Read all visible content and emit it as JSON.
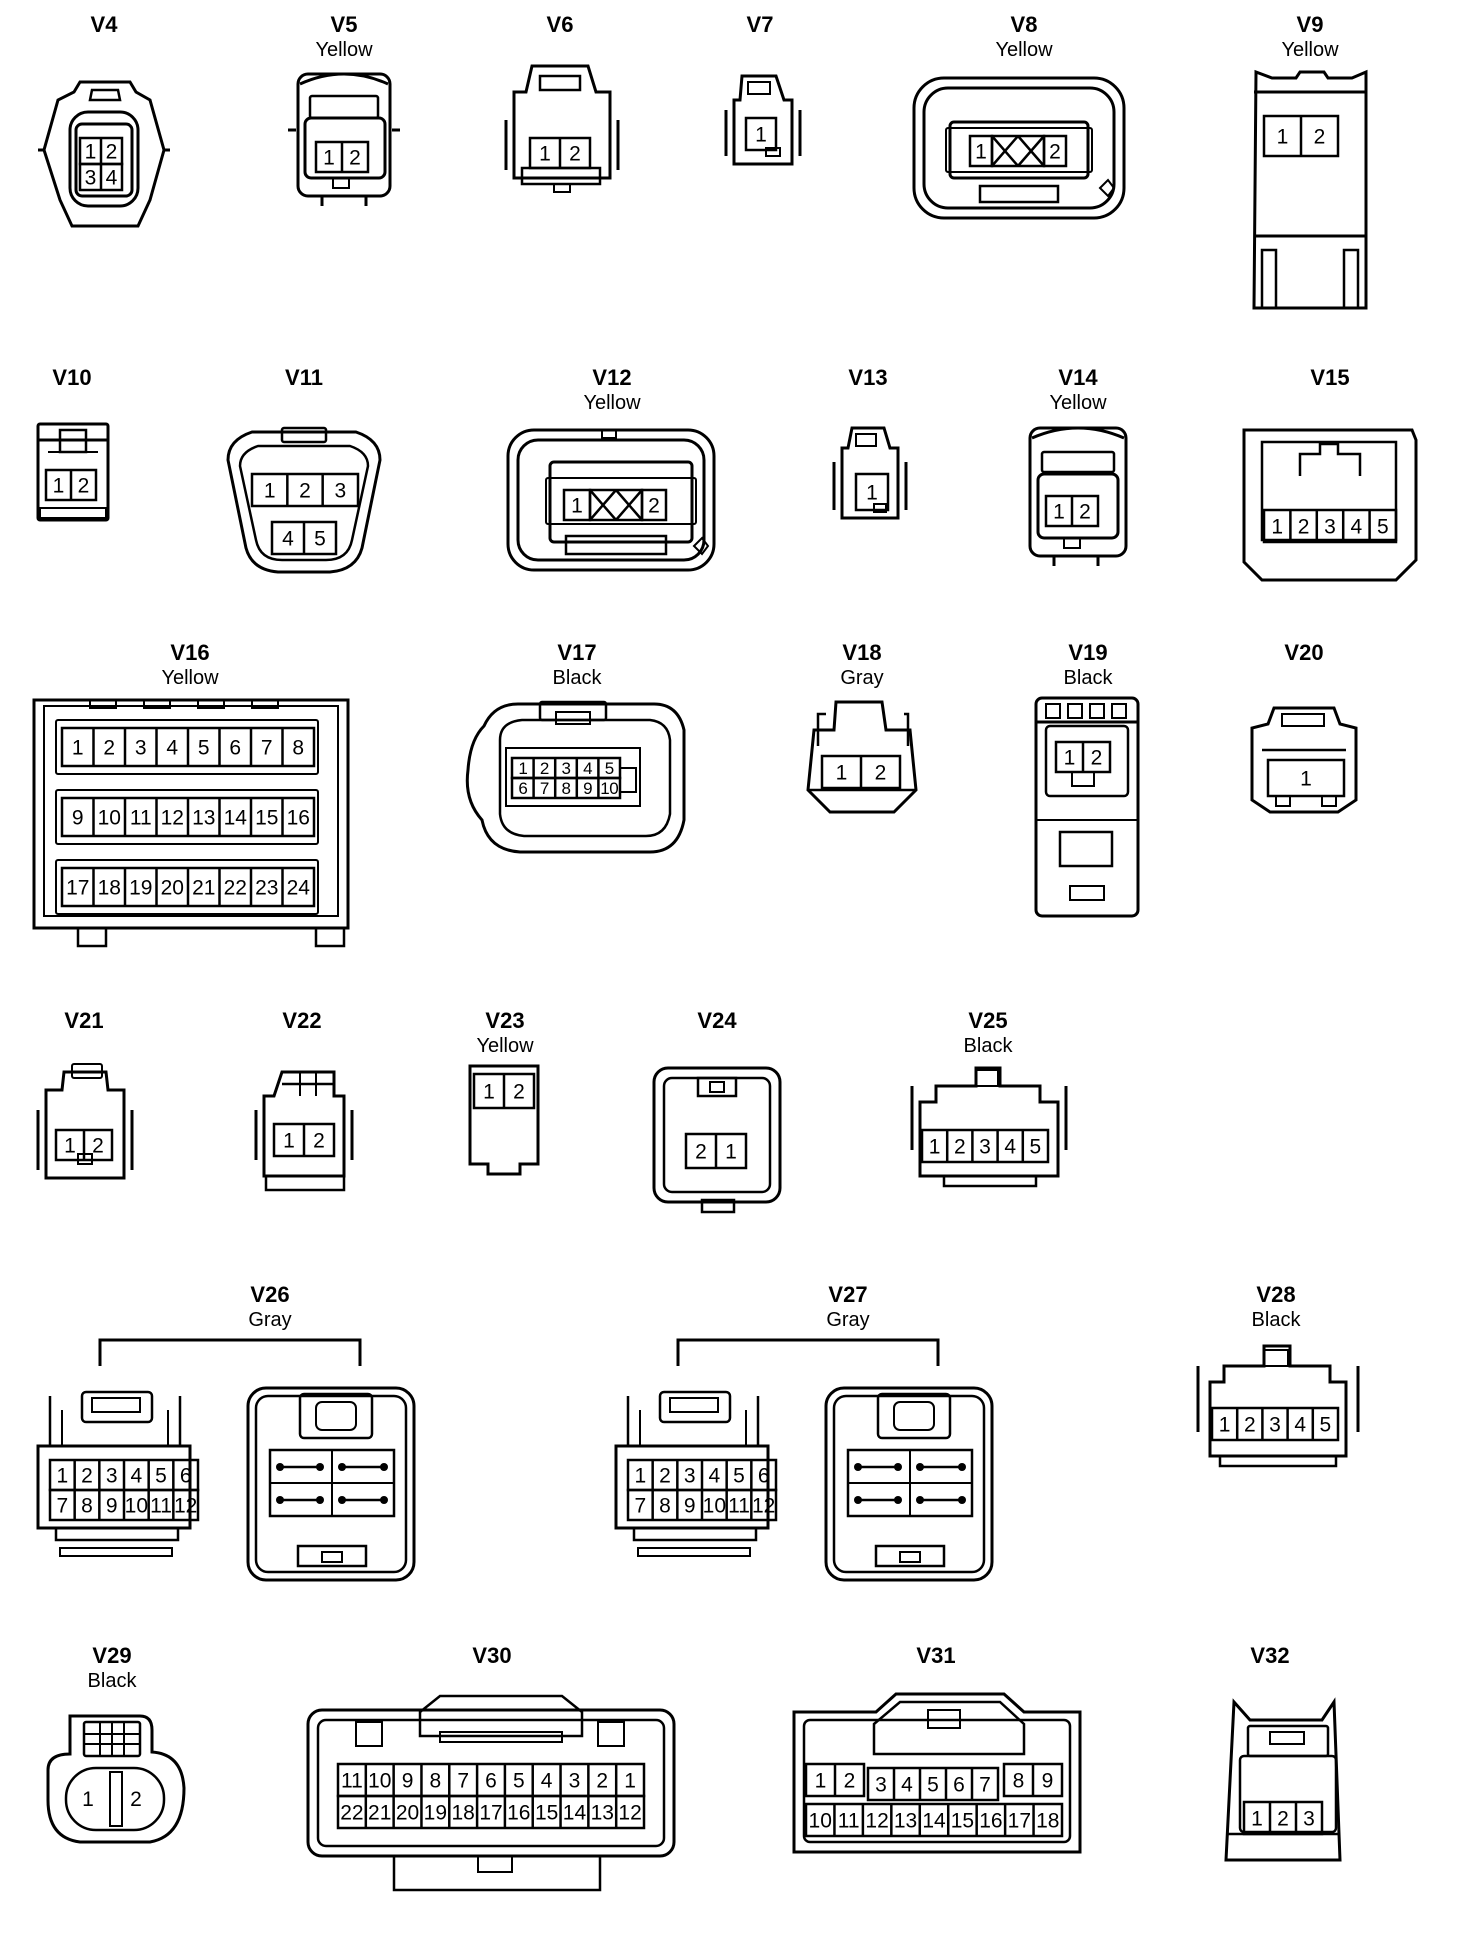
{
  "connectors": [
    {
      "code": "V4",
      "color": "",
      "pins": [
        "1",
        "2",
        "3",
        "4"
      ]
    },
    {
      "code": "V5",
      "color": "Yellow",
      "pins": [
        "1",
        "2"
      ]
    },
    {
      "code": "V6",
      "color": "",
      "pins": [
        "1",
        "2"
      ]
    },
    {
      "code": "V7",
      "color": "",
      "pins": [
        "1"
      ]
    },
    {
      "code": "V8",
      "color": "Yellow",
      "pins": [
        "1",
        "2"
      ]
    },
    {
      "code": "V9",
      "color": "Yellow",
      "pins": [
        "1",
        "2"
      ]
    },
    {
      "code": "V10",
      "color": "",
      "pins": [
        "1",
        "2"
      ]
    },
    {
      "code": "V11",
      "color": "",
      "pins": [
        "1",
        "2",
        "3",
        "4",
        "5"
      ]
    },
    {
      "code": "V12",
      "color": "Yellow",
      "pins": [
        "1",
        "2"
      ]
    },
    {
      "code": "V13",
      "color": "",
      "pins": [
        "1"
      ]
    },
    {
      "code": "V14",
      "color": "Yellow",
      "pins": [
        "1",
        "2"
      ]
    },
    {
      "code": "V15",
      "color": "",
      "pins": [
        "1",
        "2",
        "3",
        "4",
        "5"
      ]
    },
    {
      "code": "V16",
      "color": "Yellow",
      "pins": [
        "1",
        "2",
        "3",
        "4",
        "5",
        "6",
        "7",
        "8",
        "9",
        "10",
        "11",
        "12",
        "13",
        "14",
        "15",
        "16",
        "17",
        "18",
        "19",
        "20",
        "21",
        "22",
        "23",
        "24"
      ]
    },
    {
      "code": "V17",
      "color": "Black",
      "pins": [
        "1",
        "2",
        "3",
        "4",
        "5",
        "6",
        "7",
        "8",
        "9",
        "10"
      ]
    },
    {
      "code": "V18",
      "color": "Gray",
      "pins": [
        "1",
        "2"
      ]
    },
    {
      "code": "V19",
      "color": "Black",
      "pins": [
        "1",
        "2"
      ]
    },
    {
      "code": "V20",
      "color": "",
      "pins": [
        "1"
      ]
    },
    {
      "code": "V21",
      "color": "",
      "pins": [
        "1",
        "2"
      ]
    },
    {
      "code": "V22",
      "color": "",
      "pins": [
        "1",
        "2"
      ]
    },
    {
      "code": "V23",
      "color": "Yellow",
      "pins": [
        "1",
        "2"
      ]
    },
    {
      "code": "V24",
      "color": "",
      "pins": [
        "2",
        "1"
      ]
    },
    {
      "code": "V25",
      "color": "Black",
      "pins": [
        "1",
        "2",
        "3",
        "4",
        "5"
      ]
    },
    {
      "code": "V26",
      "color": "Gray",
      "pins": [
        "1",
        "2",
        "3",
        "4",
        "5",
        "6",
        "7",
        "8",
        "9",
        "10",
        "11",
        "12"
      ]
    },
    {
      "code": "V27",
      "color": "Gray",
      "pins": [
        "1",
        "2",
        "3",
        "4",
        "5",
        "6",
        "7",
        "8",
        "9",
        "10",
        "11",
        "12"
      ]
    },
    {
      "code": "V28",
      "color": "Black",
      "pins": [
        "1",
        "2",
        "3",
        "4",
        "5"
      ]
    },
    {
      "code": "V29",
      "color": "Black",
      "pins": [
        "1",
        "2"
      ]
    },
    {
      "code": "V30",
      "color": "",
      "pins": [
        "11",
        "10",
        "9",
        "8",
        "7",
        "6",
        "5",
        "4",
        "3",
        "2",
        "1",
        "22",
        "21",
        "20",
        "19",
        "18",
        "17",
        "16",
        "15",
        "14",
        "13",
        "12"
      ]
    },
    {
      "code": "V31",
      "color": "",
      "pins": [
        "1",
        "2",
        "3",
        "4",
        "5",
        "6",
        "7",
        "8",
        "9",
        "10",
        "11",
        "12",
        "13",
        "14",
        "15",
        "16",
        "17",
        "18"
      ]
    },
    {
      "code": "V32",
      "color": "",
      "pins": [
        "1",
        "2",
        "3"
      ]
    }
  ]
}
